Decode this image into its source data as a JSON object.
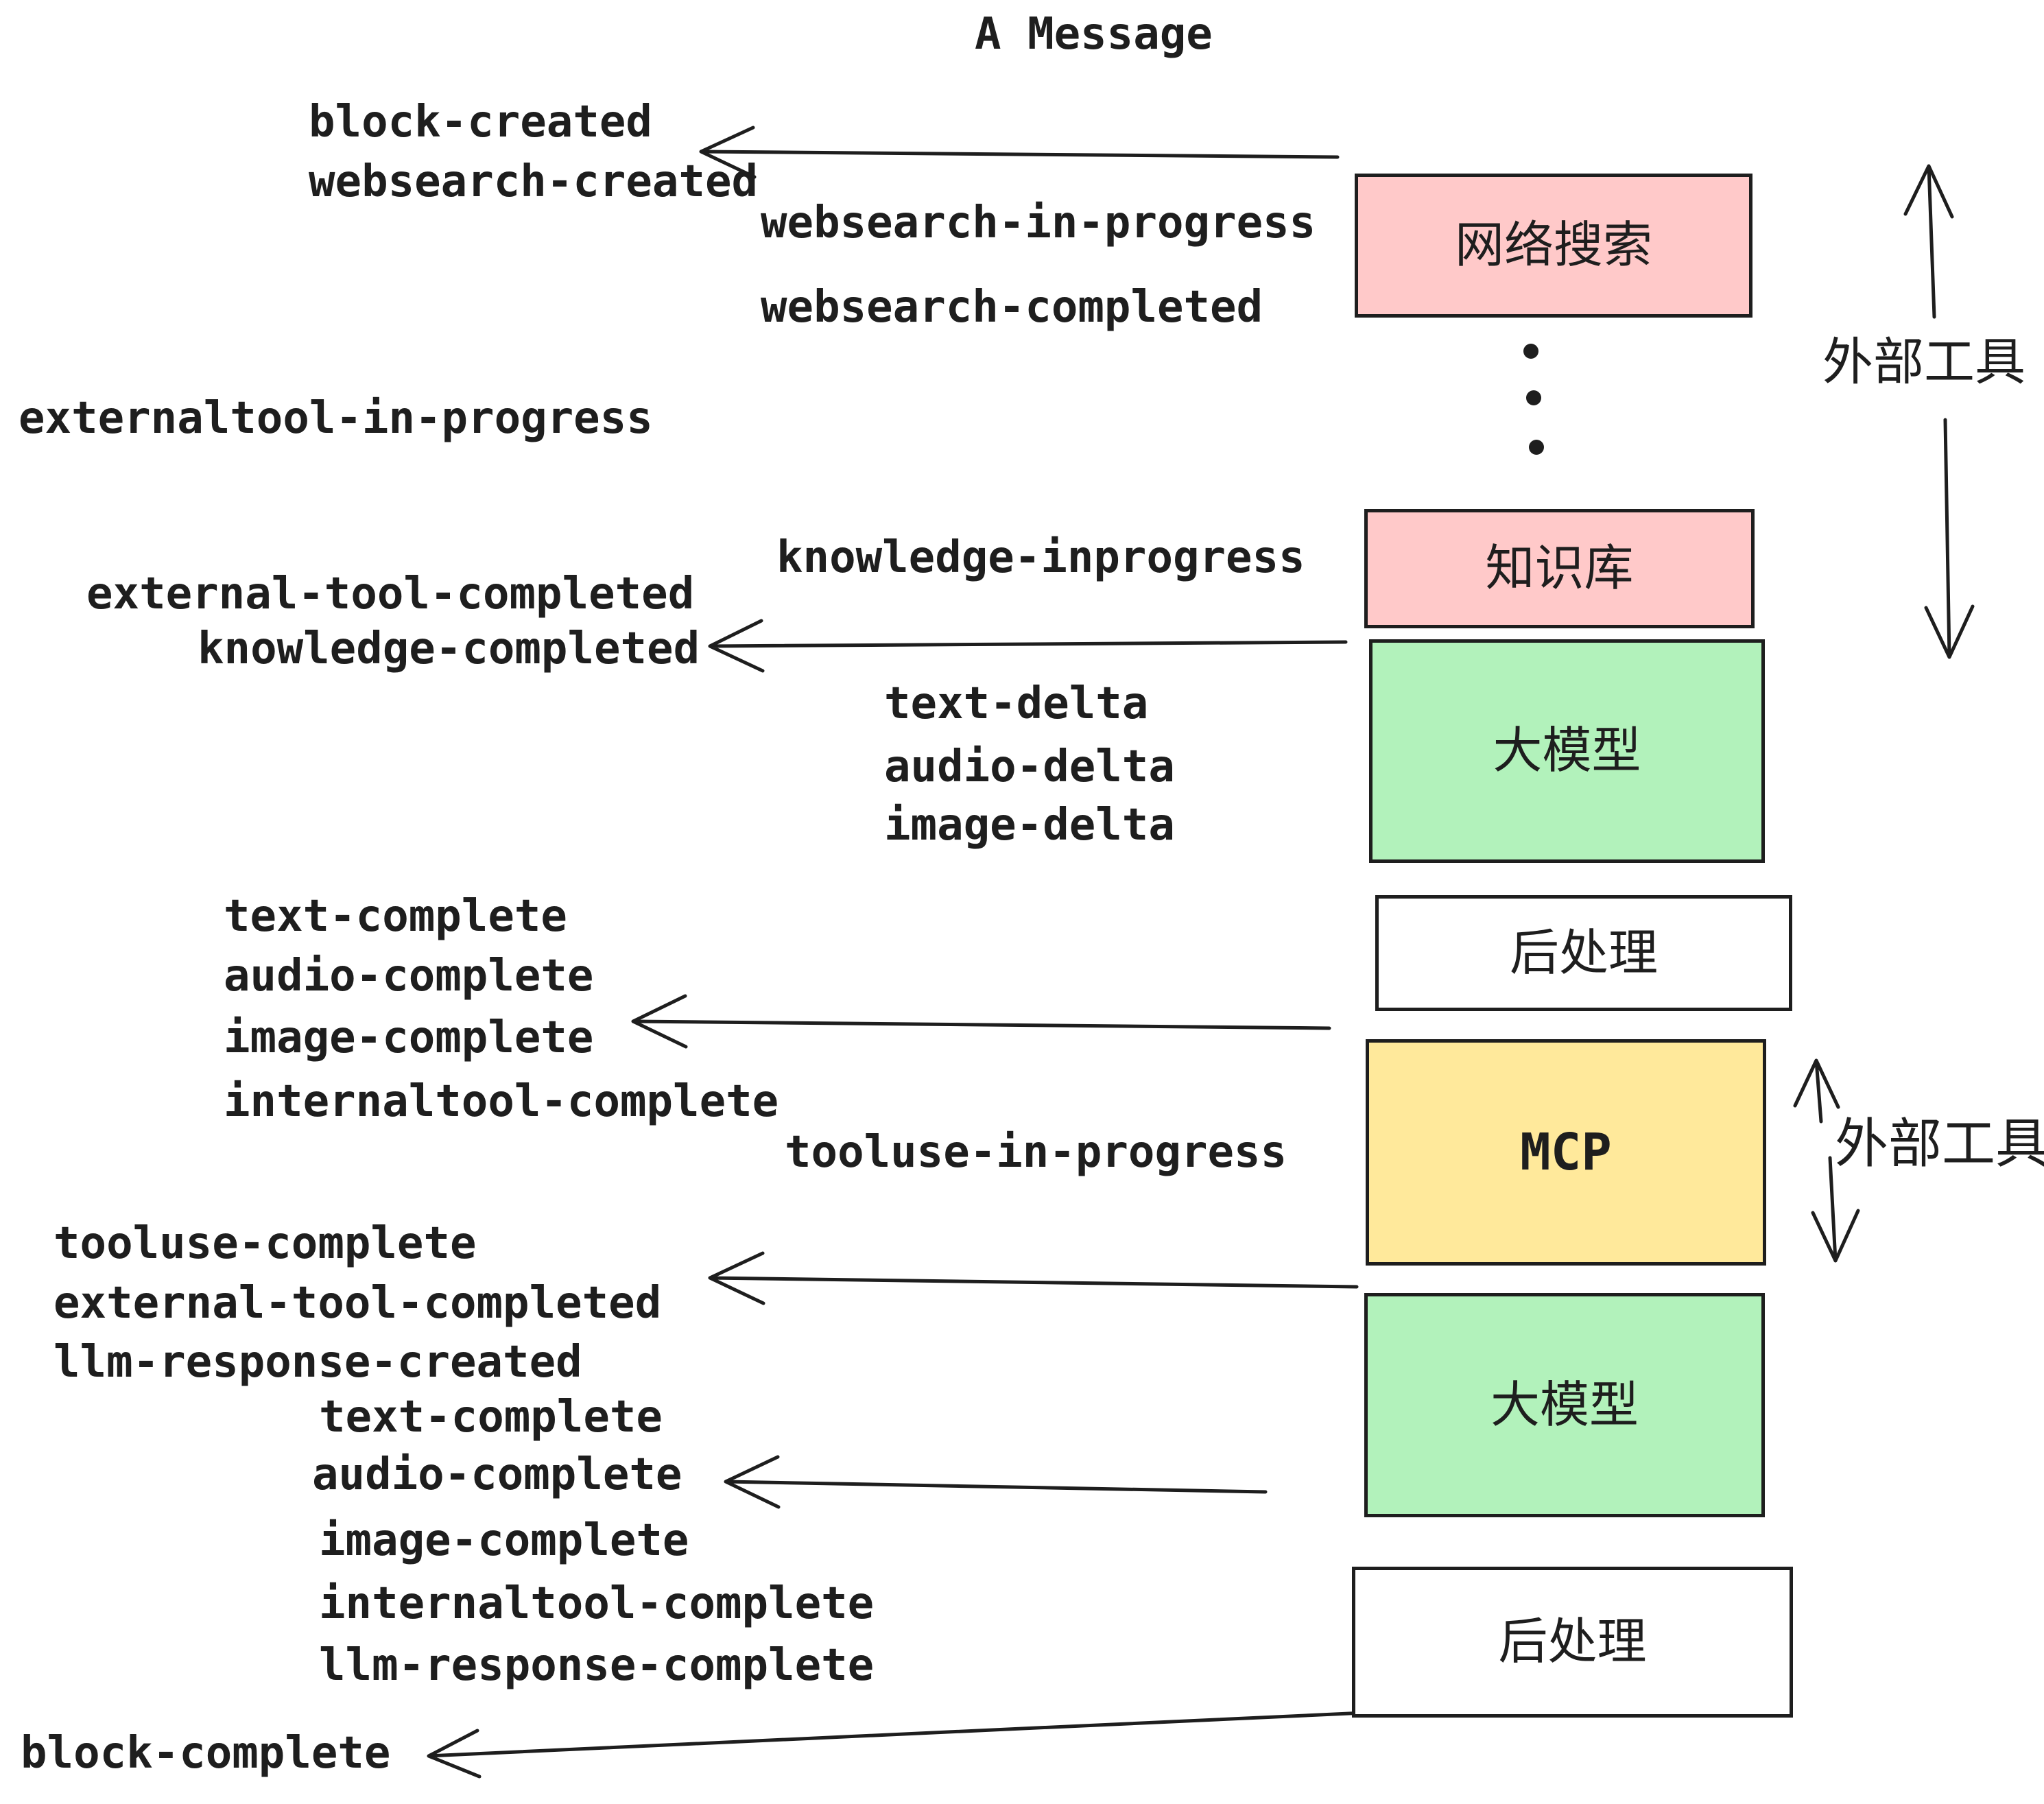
{
  "title": "A Message",
  "palette": {
    "ink": "#1e1e1e",
    "box_pink": "#ffc9c9",
    "box_green": "#b2f2bb",
    "box_yellow": "#ffe99b",
    "box_white": "#ffffff"
  },
  "boxes": {
    "websearch": {
      "label": "网络搜索",
      "fill": "#ffc9c9"
    },
    "knowledge": {
      "label": "知识库",
      "fill": "#ffc9c9"
    },
    "llm_top": {
      "label": "大模型",
      "fill": "#b2f2bb"
    },
    "post_top": {
      "label": "后处理",
      "fill": "#ffffff"
    },
    "mcp": {
      "label": "MCP",
      "fill": "#ffe99b"
    },
    "llm_bottom": {
      "label": "大模型",
      "fill": "#b2f2bb"
    },
    "post_bottom": {
      "label": "后处理",
      "fill": "#ffffff"
    }
  },
  "side_annotations": {
    "external_tools_top": "外部工具",
    "external_tools_middle": "外部工具"
  },
  "events": [
    "block-created",
    "websearch-created",
    "websearch-in-progress",
    "websearch-completed",
    "externaltool-in-progress",
    "knowledge-inprogress",
    "external-tool-completed",
    "knowledge-completed",
    "text-delta",
    "audio-delta",
    "image-delta",
    "text-complete",
    "audio-complete",
    "image-complete",
    "internaltool-complete",
    "tooluse-in-progress",
    "tooluse-complete",
    "external-tool-completed",
    "llm-response-created",
    "text-complete",
    "audio-complete",
    "image-complete",
    "internaltool-complete",
    "llm-response-complete",
    "block-complete"
  ]
}
